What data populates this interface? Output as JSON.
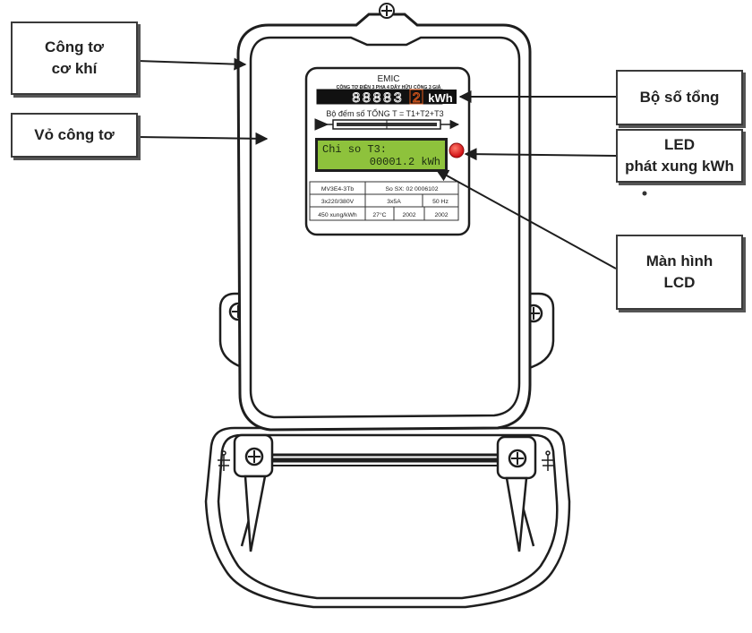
{
  "callouts": {
    "mechanical_meter": {
      "line1": "Công tơ",
      "line2": "cơ khí"
    },
    "meter_casing": {
      "line1": "Vỏ công tơ"
    },
    "total_register": {
      "line1": "Bộ số tổng"
    },
    "pulse_led": {
      "line1": "LED",
      "line2": "phát xung kWh"
    },
    "lcd_screen": {
      "line1": "Màn hình",
      "line2": "LCD"
    }
  },
  "faceplate": {
    "brand": "EMIC",
    "subtitle": "CÔNG TƠ ĐIỆN 3 PHA 4 DÂY HỮU CÔNG 3 GIÁ",
    "register_digits": "88883",
    "register_last_digit": "2",
    "register_unit": "kWh",
    "counter_caption": "Bộ đếm số TỔNG T = T1+T2+T3",
    "lcd_line1": "Chi so T3:",
    "lcd_line2": "00001.2 kWh",
    "nameplate": {
      "row1": [
        "MV3E4-3Tb",
        "So SX: 02 0006102"
      ],
      "row2": [
        "3x220/380V",
        "3x5A",
        "50 Hz"
      ],
      "row3": [
        "450 xung/kWh",
        "27°C",
        "2002",
        "2002"
      ]
    }
  },
  "colors": {
    "outline": "#1e1e1e",
    "lcd_background": "#8ec23c",
    "lcd_text": "#1a2a10",
    "register_background": "#111111",
    "register_highlight": "#e25a1c",
    "led": "#e0141a"
  }
}
